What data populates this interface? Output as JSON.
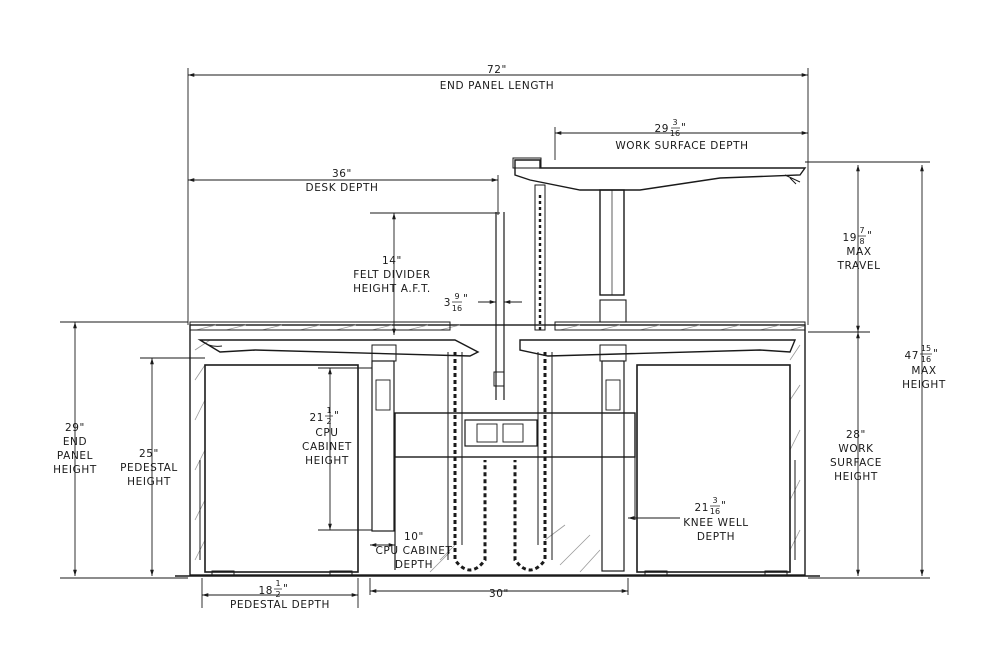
{
  "dimensions": {
    "end_panel_length": {
      "value": "72\"",
      "label": "END PANEL LENGTH"
    },
    "work_surface_depth": {
      "whole": "29",
      "num": "3",
      "den": "16",
      "suffix": "\"",
      "label": "WORK SURFACE DEPTH"
    },
    "desk_depth": {
      "value": "36\"",
      "label": "DESK DEPTH"
    },
    "felt_divider": {
      "value": "14\"",
      "line1": "FELT DIVIDER",
      "line2": "HEIGHT A.F.T."
    },
    "divider_gap": {
      "whole": "3",
      "num": "9",
      "den": "16",
      "suffix": "\""
    },
    "max_travel": {
      "whole": "19",
      "num": "7",
      "den": "8",
      "suffix": "\"",
      "line1": "MAX",
      "line2": "TRAVEL"
    },
    "max_height": {
      "whole": "47",
      "num": "15",
      "den": "16",
      "suffix": "\"",
      "line1": "MAX",
      "line2": "HEIGHT"
    },
    "end_panel_height": {
      "value": "29\"",
      "line1": "END",
      "line2": "PANEL",
      "line3": "HEIGHT"
    },
    "pedestal_height": {
      "value": "25\"",
      "line1": "PEDESTAL",
      "line2": "HEIGHT"
    },
    "cpu_cabinet_height": {
      "whole": "21",
      "num": "1",
      "den": "2",
      "suffix": "\"",
      "line1": "CPU",
      "line2": "CABINET",
      "line3": "HEIGHT"
    },
    "work_surface_height": {
      "value": "28\"",
      "line1": "WORK",
      "line2": "SURFACE",
      "line3": "HEIGHT"
    },
    "knee_well_depth": {
      "whole": "21",
      "num": "3",
      "den": "16",
      "suffix": "\"",
      "line1": "KNEE WELL",
      "line2": "DEPTH"
    },
    "cpu_cabinet_depth": {
      "value": "10\"",
      "line1": "CPU CABINET",
      "line2": "DEPTH"
    },
    "pedestal_depth": {
      "whole": "18",
      "num": "1",
      "den": "2",
      "suffix": "\"",
      "label": "PEDESTAL DEPTH"
    },
    "knee_span": {
      "value": "30\""
    }
  }
}
